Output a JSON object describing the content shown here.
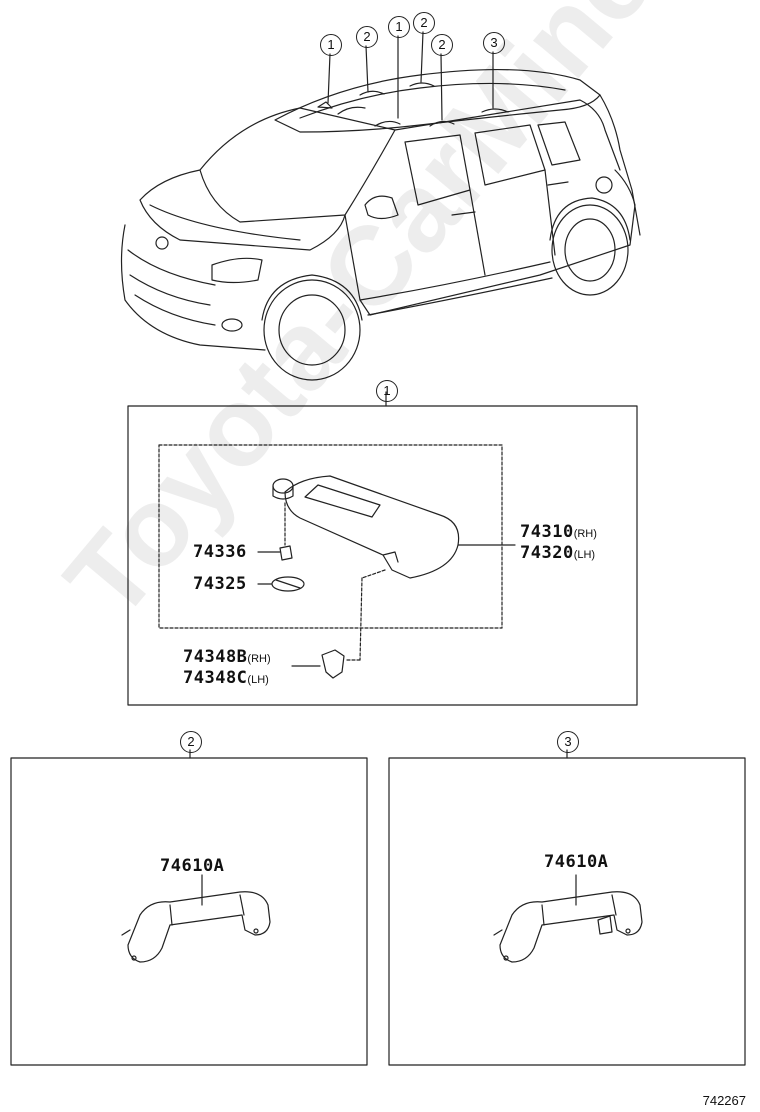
{
  "watermark": "Toyota-CarMine.ru",
  "image_number": "742267",
  "callouts": {
    "c1": "1",
    "c2": "2",
    "c3": "3"
  },
  "visor_group": {
    "callout": "1",
    "visor_rh": {
      "part": "74310",
      "side": "(RH)"
    },
    "visor_lh": {
      "part": "74320",
      "side": "(LH)"
    },
    "clip": {
      "part": "74336"
    },
    "cover": {
      "part": "74325"
    },
    "holder_rh": {
      "part": "74348B",
      "side": "(RH)"
    },
    "holder_lh": {
      "part": "74348C",
      "side": "(LH)"
    }
  },
  "grip_group_2": {
    "callout": "2",
    "part": "74610A"
  },
  "grip_group_3": {
    "callout": "3",
    "part": "74610A"
  }
}
